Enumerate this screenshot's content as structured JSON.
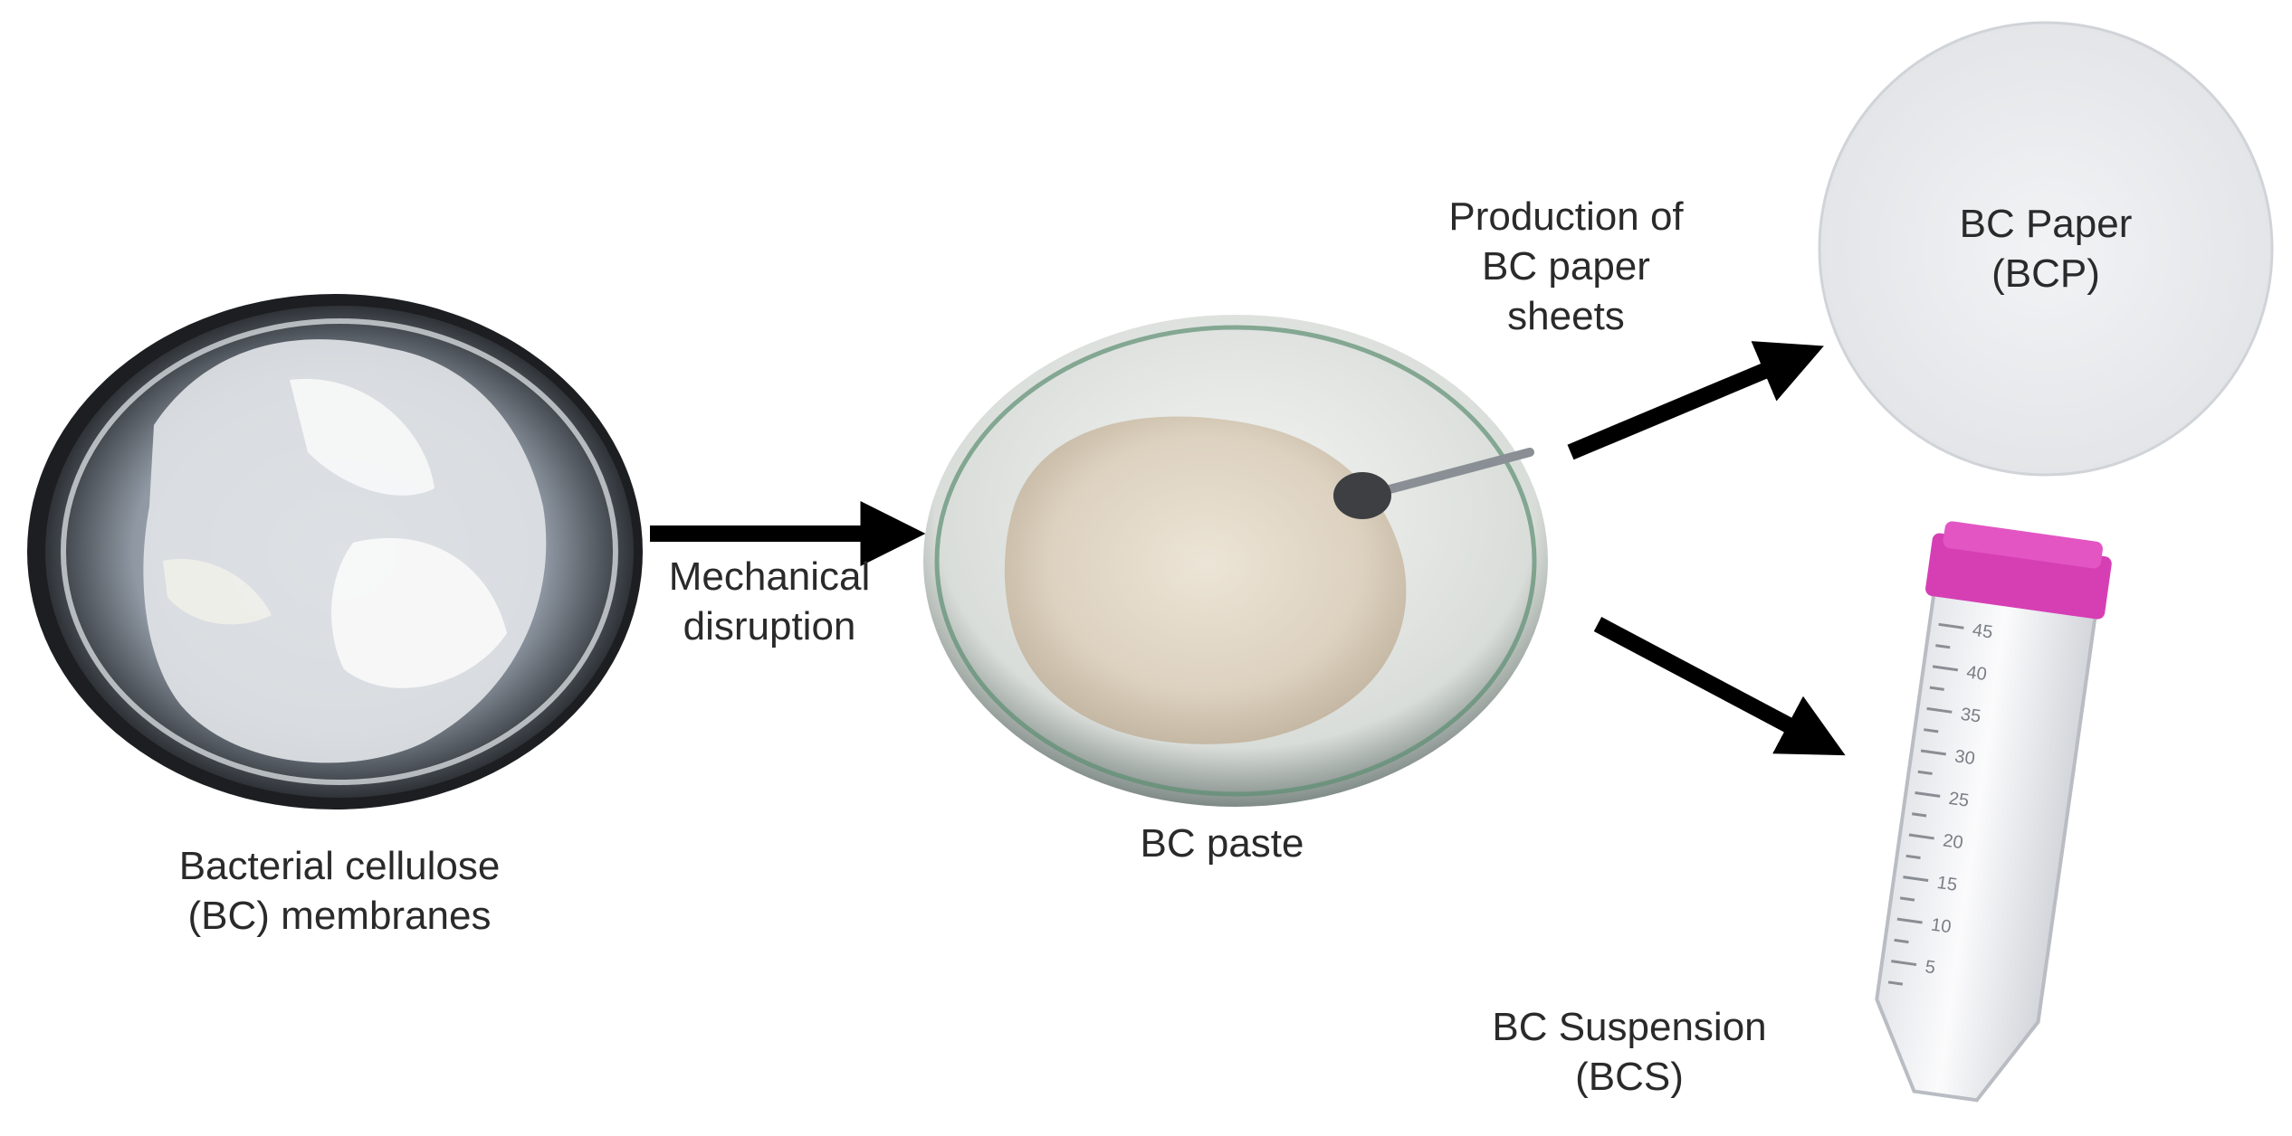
{
  "steps": {
    "membranes": {
      "line1": "Bacterial cellulose",
      "line2": "(BC) membranes"
    },
    "disruption": {
      "line1": "Mechanical",
      "line2": "disruption"
    },
    "paste": {
      "label": "BC paste"
    },
    "production": {
      "line1": "Production of",
      "line2": "BC paper",
      "line3": "sheets"
    },
    "paper": {
      "line1": "BC Paper",
      "line2": "(BCP)"
    },
    "suspension": {
      "line1": "BC Suspension",
      "line2": "(BCS)"
    }
  },
  "tube_scale": [
    "45",
    "40",
    "35",
    "30",
    "25",
    "20",
    "15",
    "10",
    "5"
  ],
  "colors": {
    "arrow": "#000000",
    "cap": "#d63fb4",
    "text": "#2a2a2a"
  }
}
